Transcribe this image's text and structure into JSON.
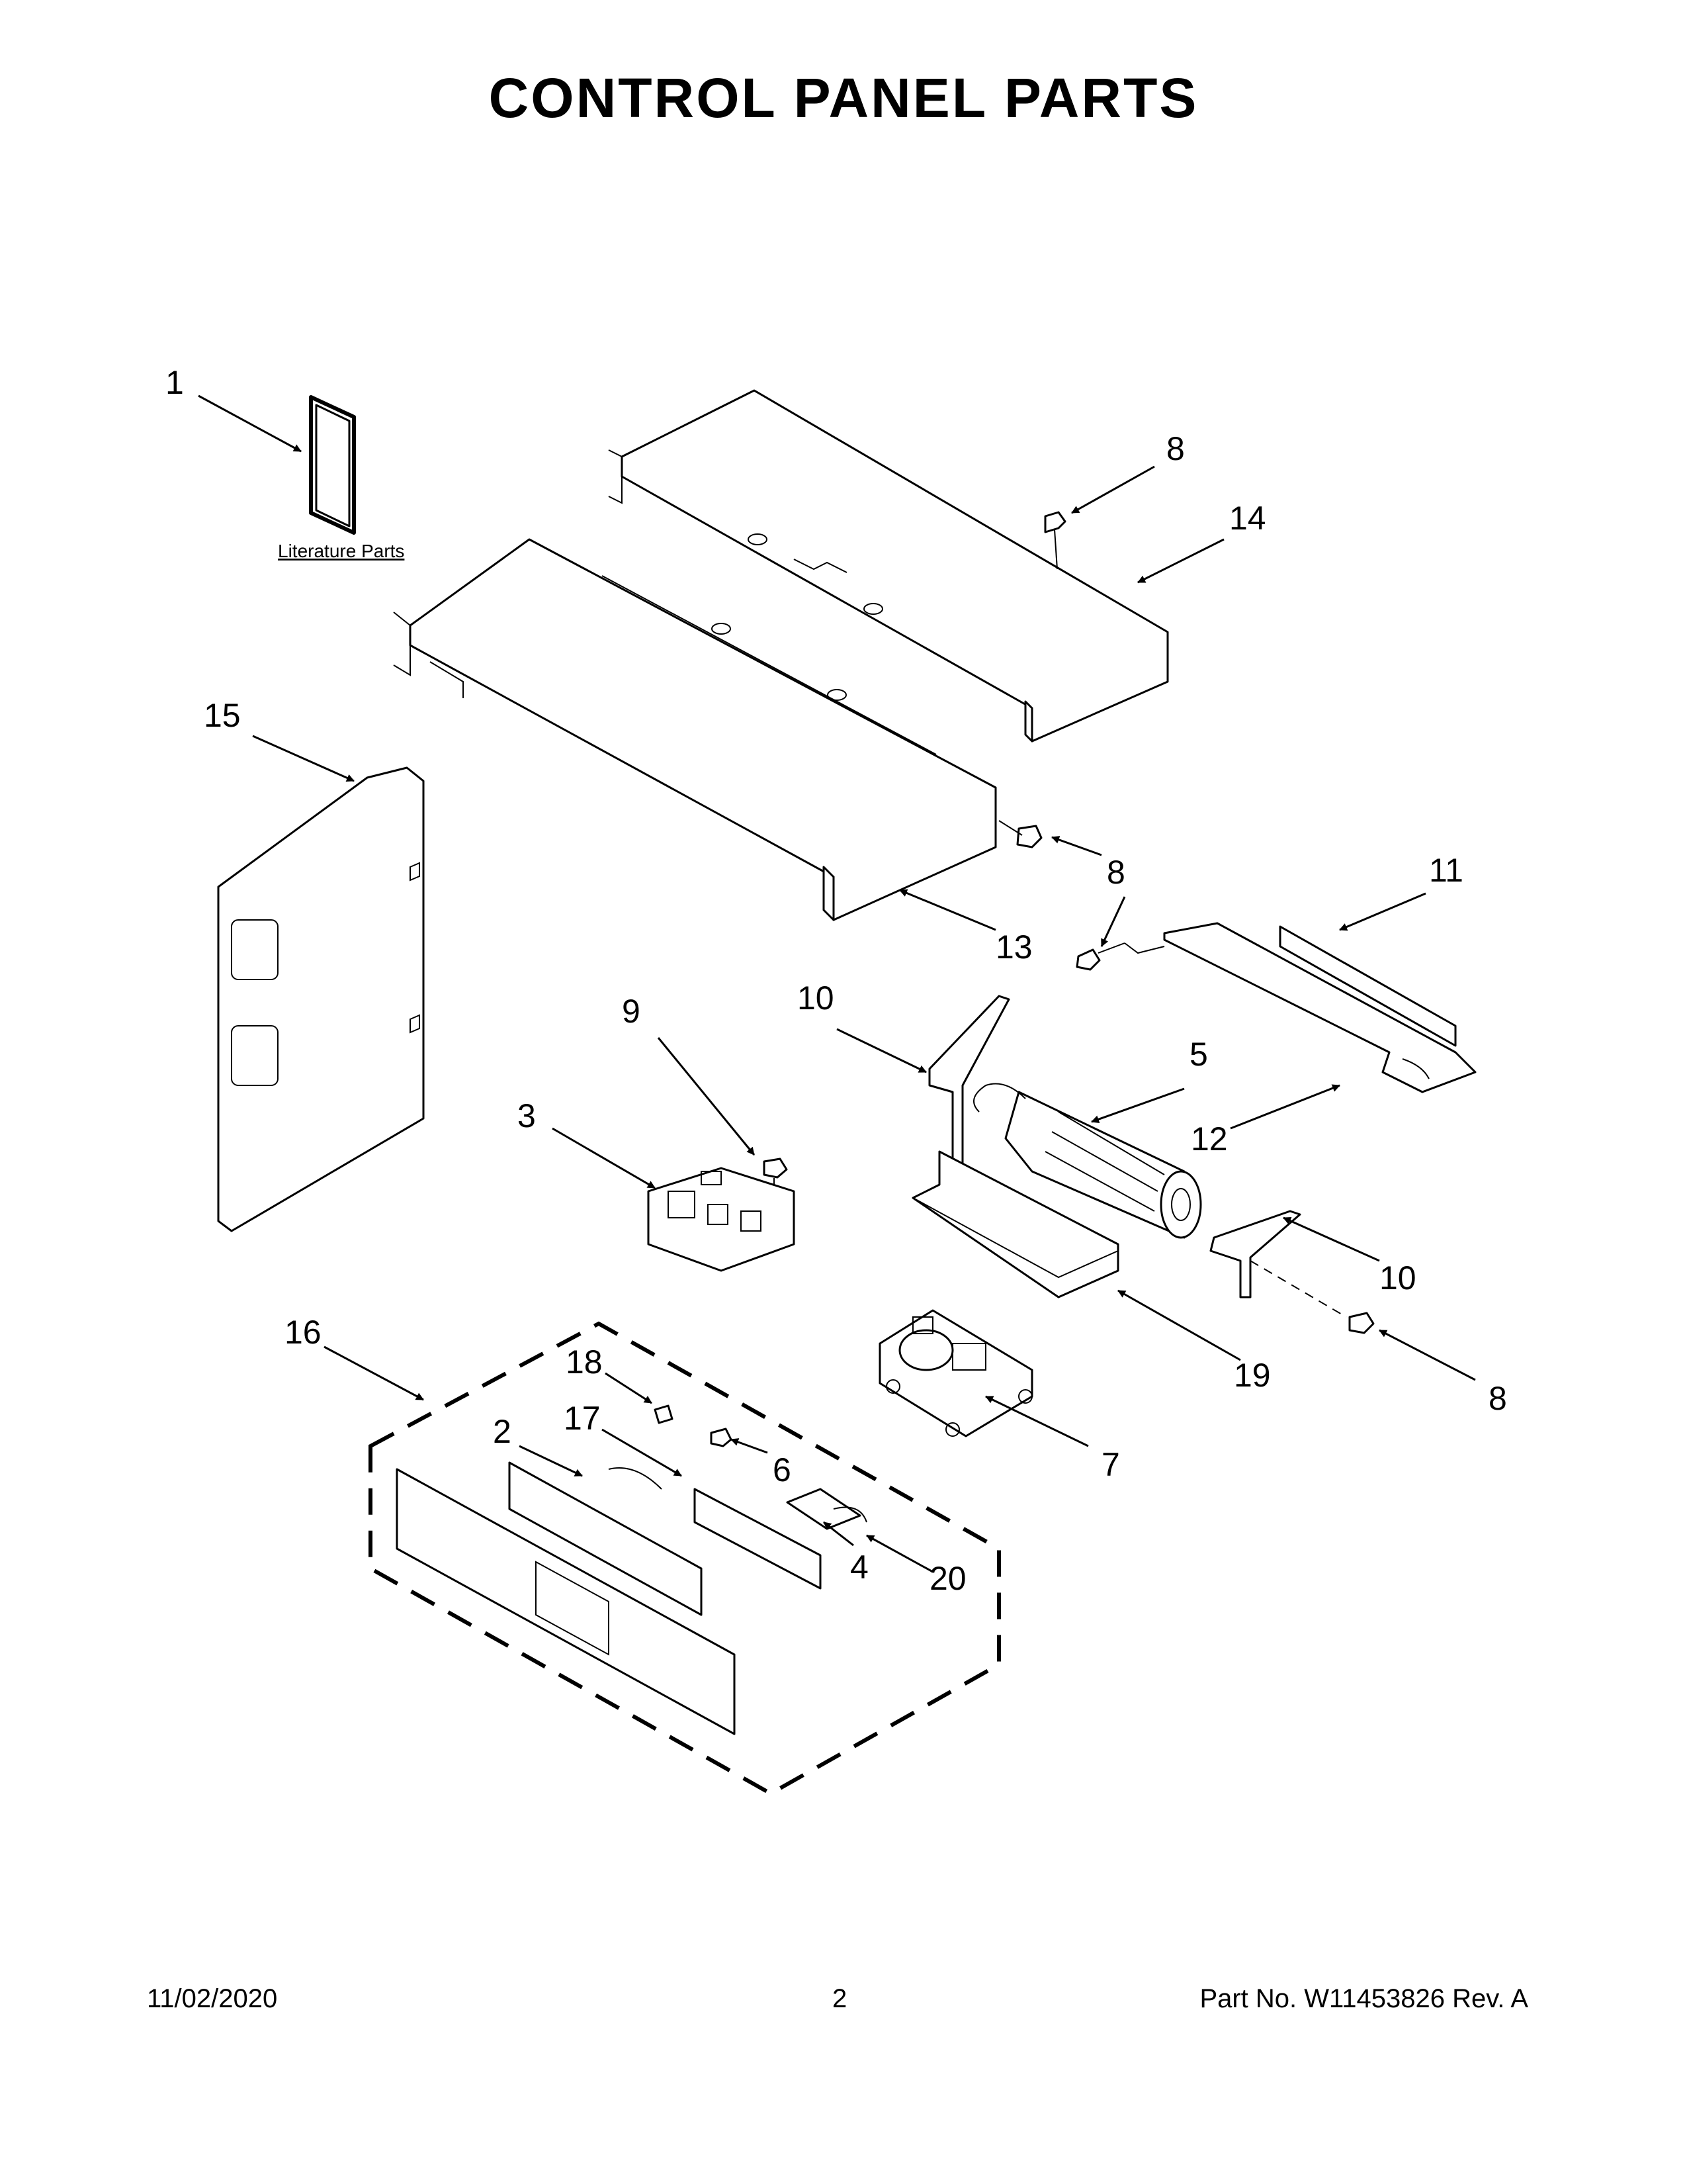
{
  "page": {
    "title": "CONTROL PANEL PARTS",
    "footer_date": "11/02/2020",
    "footer_page": "2",
    "footer_part": "Part No.  W11453826  Rev.  A"
  },
  "diagram": {
    "literature_label": "Literature Parts",
    "callouts": [
      "1",
      "8",
      "14",
      "15",
      "8",
      "13",
      "11",
      "9",
      "10",
      "5",
      "12",
      "3",
      "10",
      "19",
      "8",
      "16",
      "18",
      "17",
      "2",
      "6",
      "4",
      "20",
      "7"
    ]
  }
}
